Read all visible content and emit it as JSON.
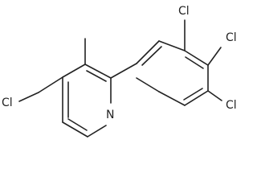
{
  "molecule": {
    "atoms": {
      "ring_nitrogen": "N",
      "chloromethyl_cl": "Cl",
      "cl_meta_top": "Cl",
      "cl_para": "Cl",
      "cl_meta_bottom": "Cl"
    }
  }
}
